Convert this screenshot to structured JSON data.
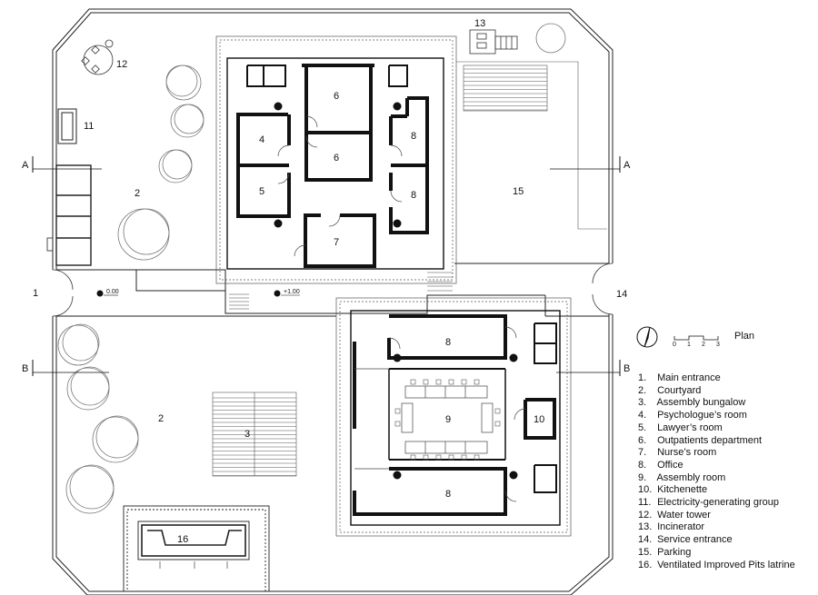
{
  "drawing": {
    "plan_title": "Plan",
    "scale_labels": [
      "0",
      "1",
      "2",
      "3"
    ],
    "level_marks": [
      "0.00",
      "+1.00"
    ],
    "section_marks": [
      "A",
      "A",
      "B",
      "B"
    ]
  },
  "room_numbers": {
    "main_entrance": "1",
    "courtyard_top": "2",
    "courtyard_bottom": "2",
    "assembly_bungalow": "3",
    "psychologue": "4",
    "lawyer": "5",
    "outpatients_a": "6",
    "outpatients_b": "6",
    "nurse": "7",
    "office_a": "8",
    "office_b": "8",
    "office_c": "8",
    "office_d": "8",
    "assembly_room": "9",
    "kitchenette": "10",
    "generator": "11",
    "water_tower": "12",
    "incinerator": "13",
    "service_entrance": "14",
    "parking": "15",
    "latrine": "16"
  },
  "legend": [
    {
      "num": "1.",
      "label": "Main entrance"
    },
    {
      "num": "2.",
      "label": "Courtyard"
    },
    {
      "num": "3.",
      "label": "Assembly bungalow"
    },
    {
      "num": "4.",
      "label": "Psychologue’s room"
    },
    {
      "num": "5.",
      "label": "Lawyer’s room"
    },
    {
      "num": "6.",
      "label": "Outpatients department"
    },
    {
      "num": "7.",
      "label": "Nurse’s room"
    },
    {
      "num": "8.",
      "label": "Office"
    },
    {
      "num": "9.",
      "label": "Assembly room"
    },
    {
      "num": "10.",
      "label": "Kitchenette"
    },
    {
      "num": "11.",
      "label": "Electricity-generating group"
    },
    {
      "num": "12.",
      "label": "Water tower"
    },
    {
      "num": "13.",
      "label": "Incinerator"
    },
    {
      "num": "14.",
      "label": "Service entrance"
    },
    {
      "num": "15.",
      "label": "Parking"
    },
    {
      "num": "16.",
      "label": "Ventilated Improved Pits latrine"
    }
  ]
}
